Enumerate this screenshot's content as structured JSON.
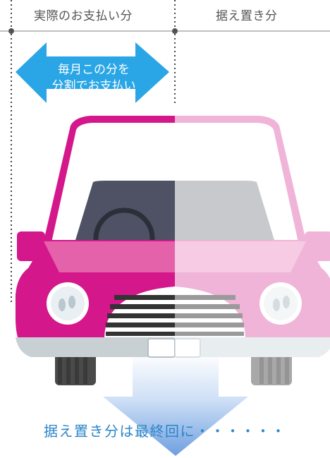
{
  "header": {
    "actual_payment_label": "実際のお支払い分",
    "deferred_label": "据え置き分"
  },
  "arrow": {
    "line1": "毎月この分を",
    "line2": "分割でお支払い"
  },
  "caption": "据え置き分は最終回に・・・・・・",
  "colors": {
    "magenta": "#d4178a",
    "pink": "#f0b4d8",
    "arrow_blue": "#2aa6e6",
    "caption_blue": "#2a86c8",
    "window_dark": "#4e5264",
    "window_light": "#c8c9cd",
    "tire_dark": "#4a4a4a",
    "tire_light": "#a8a8a8"
  },
  "icons": {
    "car": "split-car-illustration",
    "double_arrow": "left-right-arrow",
    "down_arrow": "down-arrow"
  }
}
